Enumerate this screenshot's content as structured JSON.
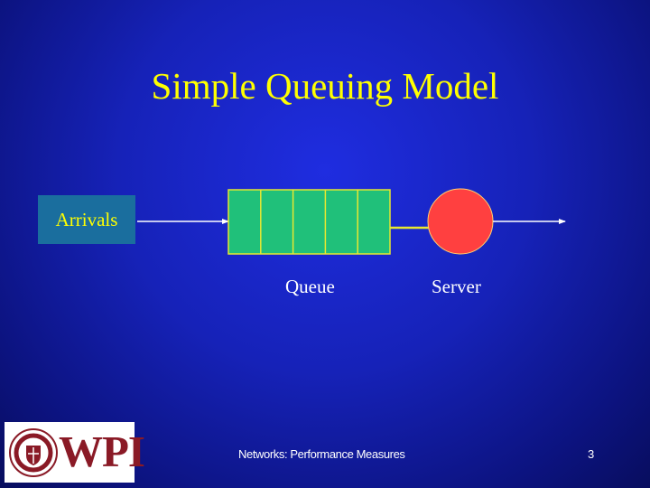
{
  "slide": {
    "title": "Simple Queuing Model",
    "footer": "Networks: Performance Measures",
    "page_number": "3"
  },
  "diagram": {
    "arrivals_label": "Arrivals",
    "queue_label": "Queue",
    "server_label": "Server",
    "queue_slot_count": 5
  },
  "logo": {
    "text": "WPI"
  },
  "colors": {
    "title": "#ffff00",
    "queue_fill": "#20c07a",
    "queue_border": "#e8e830",
    "server_fill": "#ff4040",
    "arrivals_box": "#1a6e9e",
    "logo_text": "#8a1a26"
  }
}
